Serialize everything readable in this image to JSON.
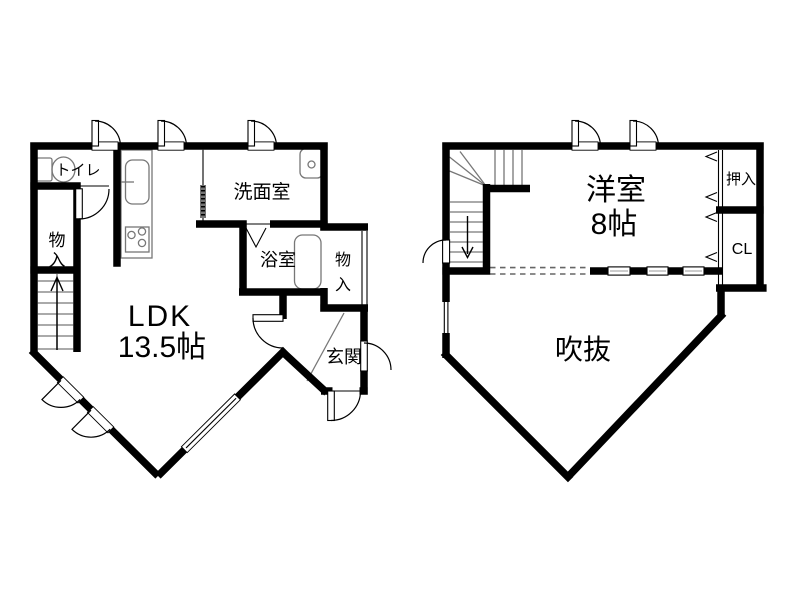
{
  "colors": {
    "wall": "#000000",
    "background": "#ffffff",
    "fixture_line": "#777777"
  },
  "floor1": {
    "rooms": {
      "toilet": "トイレ",
      "storage_left_1": "物",
      "storage_left_2": "入",
      "washroom": "洗面室",
      "bathroom": "浴室",
      "storage_right_1": "物",
      "storage_right_2": "入",
      "ldk_name": "LDK",
      "ldk_size": "13.5帖",
      "entrance": "玄関"
    }
  },
  "floor2": {
    "rooms": {
      "western_name": "洋室",
      "western_size": "8帖",
      "oshiire": "押入",
      "closet": "CL",
      "void": "吹抜"
    }
  }
}
